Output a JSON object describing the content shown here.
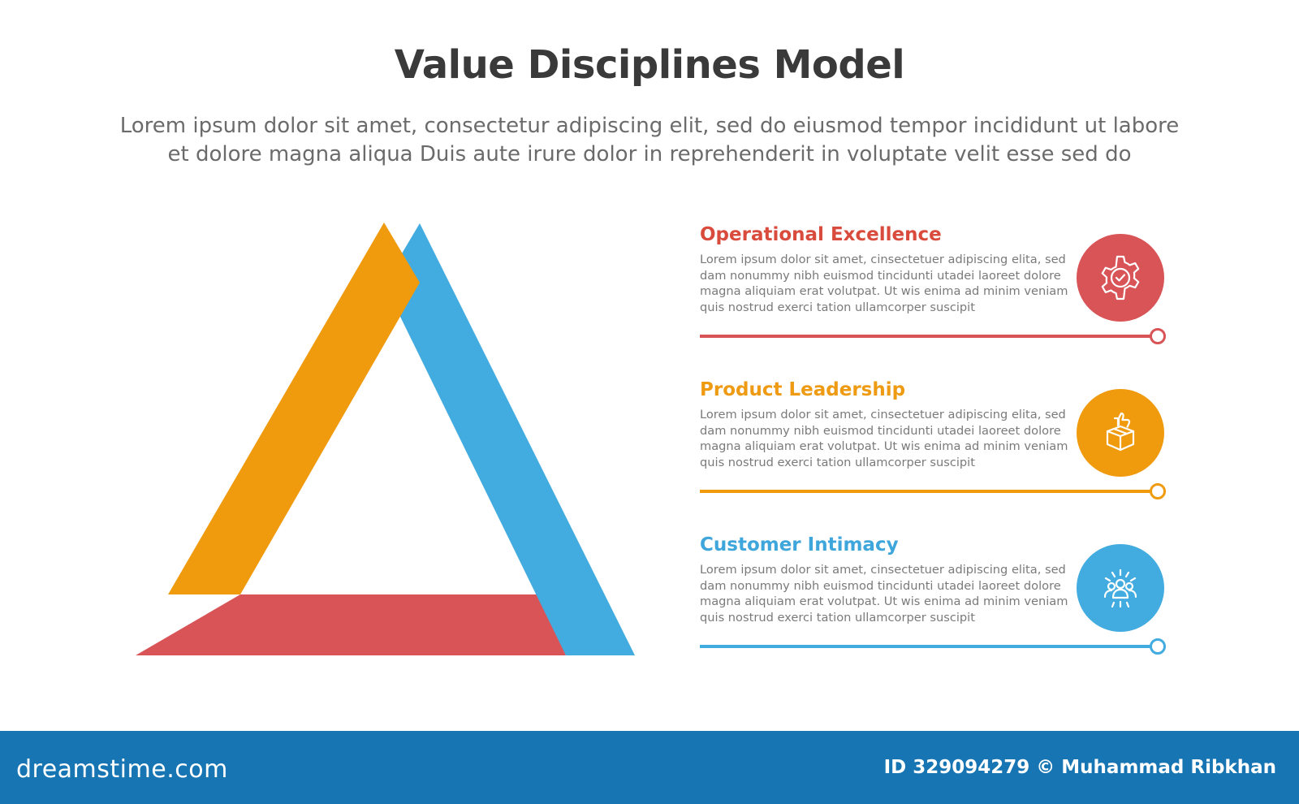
{
  "header": {
    "title": "Value Disciplines Model",
    "subtitle_lines": [
      "Lorem ipsum dolor sit amet, consectetur adipiscing elit, sed do eiusmod tempor incididunt ut labore",
      "et dolore magna aliqua Duis aute irure dolor in reprehenderit in voluptate velit esse sed do"
    ]
  },
  "colors": {
    "orange": "#f09a0e",
    "blue": "#42abdf",
    "red": "#d85457",
    "footer": "#1675b2"
  },
  "items": [
    {
      "title": "Operational Excellence",
      "color": "#d94b3c",
      "circle_color": "#d85457",
      "icon": "gear-check-icon",
      "body_lines": [
        "Lorem ipsum dolor sit amet, cinsectetuer adipiscing elita, sed",
        "dam nonummy nibh euismod tincidunti utadei laoreet dolore",
        "magna aliquiam erat volutpat. Ut wis enima ad minim veniam",
        "quis nostrud exerci tation ullamcorper suscipit"
      ]
    },
    {
      "title": "Product Leadership",
      "color": "#ee9a12",
      "circle_color": "#f09a0e",
      "icon": "box-thumbs-up-icon",
      "body_lines": [
        "Lorem ipsum dolor sit amet, cinsectetuer adipiscing elita, sed",
        "dam nonummy nibh euismod tincidunti utadei laoreet dolore",
        "magna aliquiam erat volutpat. Ut wis enima ad minim veniam",
        "quis nostrud exerci tation ullamcorper suscipit"
      ]
    },
    {
      "title": "Customer Intimacy",
      "color": "#3fa6dc",
      "circle_color": "#42abdf",
      "icon": "customer-group-icon",
      "body_lines": [
        "Lorem ipsum dolor sit amet, cinsectetuer adipiscing elita, sed",
        "dam nonummy nibh euismod tincidunti utadei laoreet dolore",
        "magna aliquiam erat volutpat. Ut wis enima ad minim veniam",
        "quis nostrud exerci tation ullamcorper suscipit"
      ]
    }
  ],
  "footer": {
    "brand": "dreamstime.com",
    "credit": "ID 329094279 © Muhammad Ribkhan"
  }
}
